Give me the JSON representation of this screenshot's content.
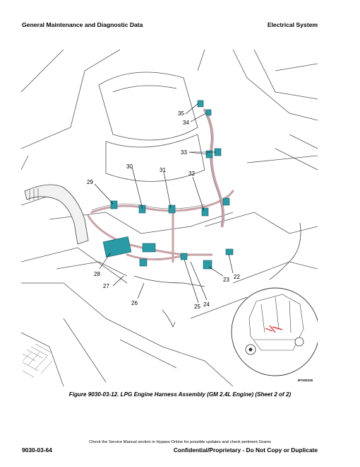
{
  "header": {
    "left": "General Maintenance and Diagnostic Data",
    "right": "Electrical System"
  },
  "figure": {
    "callouts": [
      "35",
      "34",
      "33",
      "30",
      "31",
      "32",
      "29",
      "28",
      "27",
      "26",
      "25",
      "24",
      "23",
      "22"
    ],
    "figure_id": "BT000228"
  },
  "caption": "Figure 9030-03-12. LPG Engine Harness Assembly (GM 2.4L Engine) (Sheet 2 of 2)",
  "footer": {
    "note": "Check the Service Manual section in Hypass Online for possible updates and check pertinent Grams",
    "page_number": "9030-03-64",
    "confidential": "Confidential/Proprietary - Do Not Copy or Duplicate"
  },
  "colors": {
    "connector": "#2a9aa6",
    "harness": "#c9a3a8",
    "highlight": "#d42020"
  }
}
